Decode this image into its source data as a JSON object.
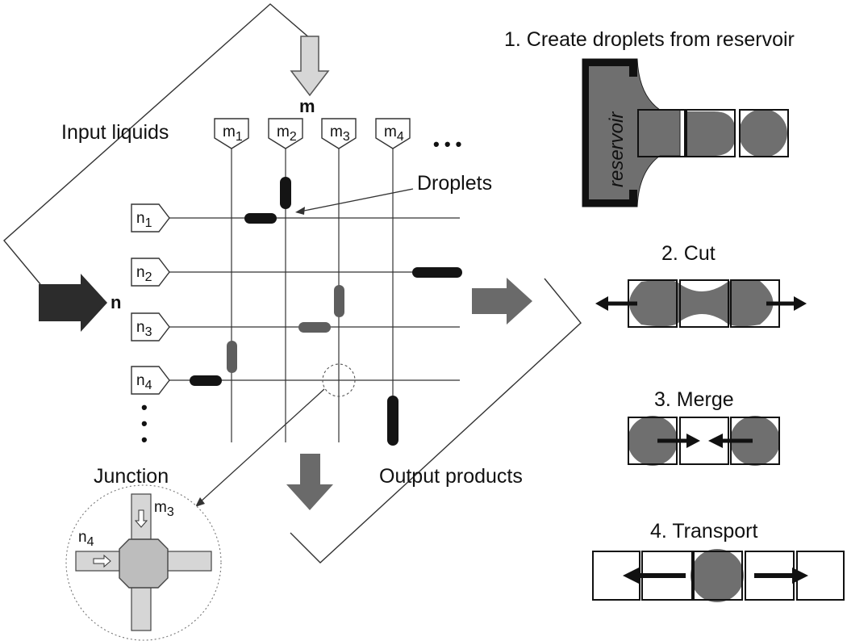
{
  "grid": {
    "m_axis_label": "m",
    "n_axis_label": "n",
    "input_label": "Input liquids",
    "droplets_label": "Droplets",
    "output_label": "Output products",
    "column_tags": [
      {
        "main": "m",
        "sub": "1"
      },
      {
        "main": "m",
        "sub": "2"
      },
      {
        "main": "m",
        "sub": "3"
      },
      {
        "main": "m",
        "sub": "4"
      }
    ],
    "row_tags": [
      {
        "main": "n",
        "sub": "1"
      },
      {
        "main": "n",
        "sub": "2"
      },
      {
        "main": "n",
        "sub": "3"
      },
      {
        "main": "n",
        "sub": "4"
      }
    ],
    "ellipsis_h": "• • •",
    "ellipsis_v": "•"
  },
  "junction": {
    "title": "Junction",
    "m_label": {
      "main": "m",
      "sub": "3"
    },
    "n_label": {
      "main": "n",
      "sub": "4"
    }
  },
  "operations": {
    "create": {
      "title": "1. Create droplets from reservoir",
      "reservoir_label": "reservoir"
    },
    "cut": {
      "title": "2. Cut"
    },
    "merge": {
      "title": "3. Merge"
    },
    "transport": {
      "title": "4. Transport"
    }
  },
  "colors": {
    "droplet_black": "#141414",
    "droplet_gray": "#5e5e5e",
    "fluid_gray": "#6f6f6f",
    "arrow_light": "#d6d6d6",
    "arrow_dark": "#2c2c2c",
    "arrow_mid": "#6a6a6a",
    "line": "#333333"
  }
}
